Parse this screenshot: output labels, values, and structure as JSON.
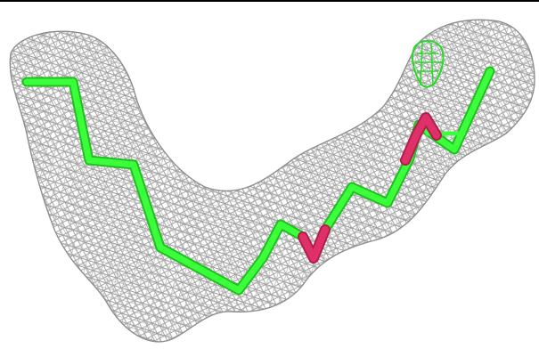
{
  "figure": {
    "kind": "electron-density-map-with-stick-model",
    "mesh_style": "grey-wireframe",
    "bonds_shown": true,
    "colors": {
      "background": "#ffffff",
      "top_rule": "#000000",
      "mesh": "#9a9a9a",
      "carbon": "#3cff3c",
      "carbon_dark": "#1fbf1f",
      "oxygen": "#e0306a",
      "oxygen_dark": "#b01e4e",
      "green_blob": "#22dd22"
    },
    "atoms": {
      "carbon_count": 16,
      "oxygen_count": 3
    }
  }
}
